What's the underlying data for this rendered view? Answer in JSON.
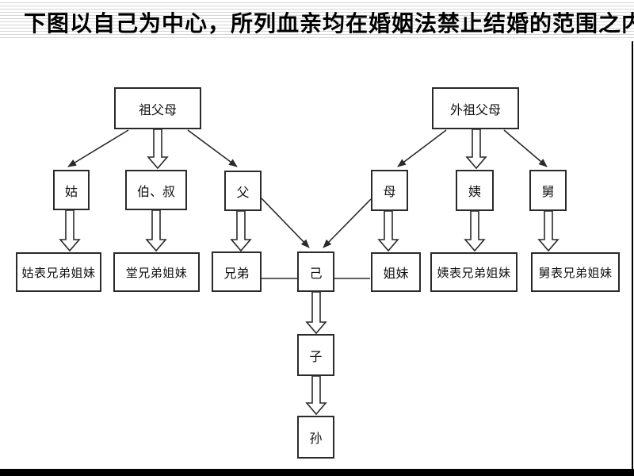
{
  "title": "下图以自己为中心，所列血亲均在婚姻法禁止结婚的范围之内：",
  "diagram": {
    "nodes": {
      "zufumu": {
        "label": "祖父母"
      },
      "waizufumu": {
        "label": "外祖父母"
      },
      "gu": {
        "label": "姑"
      },
      "bo_shu": {
        "label": "伯、叔"
      },
      "fu": {
        "label": "父"
      },
      "mu": {
        "label": "母"
      },
      "yi": {
        "label": "姨"
      },
      "jiu": {
        "label": "舅"
      },
      "gubiao": {
        "label": "姑表兄弟姐妹"
      },
      "tang": {
        "label": "堂兄弟姐妹"
      },
      "xiongdi": {
        "label": "兄弟"
      },
      "ji": {
        "label": "己"
      },
      "jiemei": {
        "label": "姐妹"
      },
      "yibiao": {
        "label": "姨表兄弟姐妹"
      },
      "jiubiao": {
        "label": "舅表兄弟姐妹"
      },
      "zi": {
        "label": "子"
      },
      "sun": {
        "label": "孙"
      }
    },
    "edges": [
      {
        "from": "祖父母",
        "to": "姑",
        "style": "solid-arrow"
      },
      {
        "from": "祖父母",
        "to": "伯、叔",
        "style": "hollow-block-arrow"
      },
      {
        "from": "祖父母",
        "to": "父",
        "style": "solid-arrow"
      },
      {
        "from": "外祖父母",
        "to": "母",
        "style": "solid-arrow"
      },
      {
        "from": "外祖父母",
        "to": "姨",
        "style": "hollow-block-arrow"
      },
      {
        "from": "外祖父母",
        "to": "舅",
        "style": "solid-arrow"
      },
      {
        "from": "姑",
        "to": "姑表兄弟姐妹",
        "style": "hollow-block-arrow"
      },
      {
        "from": "伯、叔",
        "to": "堂兄弟姐妹",
        "style": "hollow-block-arrow"
      },
      {
        "from": "父",
        "to": "兄弟",
        "style": "hollow-block-arrow"
      },
      {
        "from": "父",
        "to": "己",
        "style": "solid-arrow"
      },
      {
        "from": "母",
        "to": "己",
        "style": "solid-arrow"
      },
      {
        "from": "母",
        "to": "姐妹",
        "style": "hollow-block-arrow"
      },
      {
        "from": "姨",
        "to": "姨表兄弟姐妹",
        "style": "hollow-block-arrow"
      },
      {
        "from": "舅",
        "to": "舅表兄弟姐妹",
        "style": "hollow-block-arrow"
      },
      {
        "from": "兄弟",
        "to": "己",
        "style": "plain-line"
      },
      {
        "from": "己",
        "to": "姐妹",
        "style": "plain-line"
      },
      {
        "from": "己",
        "to": "子",
        "style": "hollow-block-arrow"
      },
      {
        "from": "子",
        "to": "孙",
        "style": "hollow-block-arrow"
      }
    ]
  },
  "colors": {
    "line": "#2a2a2a",
    "stripe": "#d6d6d6",
    "bottom_bar": "#000000",
    "background": "#ffffff"
  }
}
